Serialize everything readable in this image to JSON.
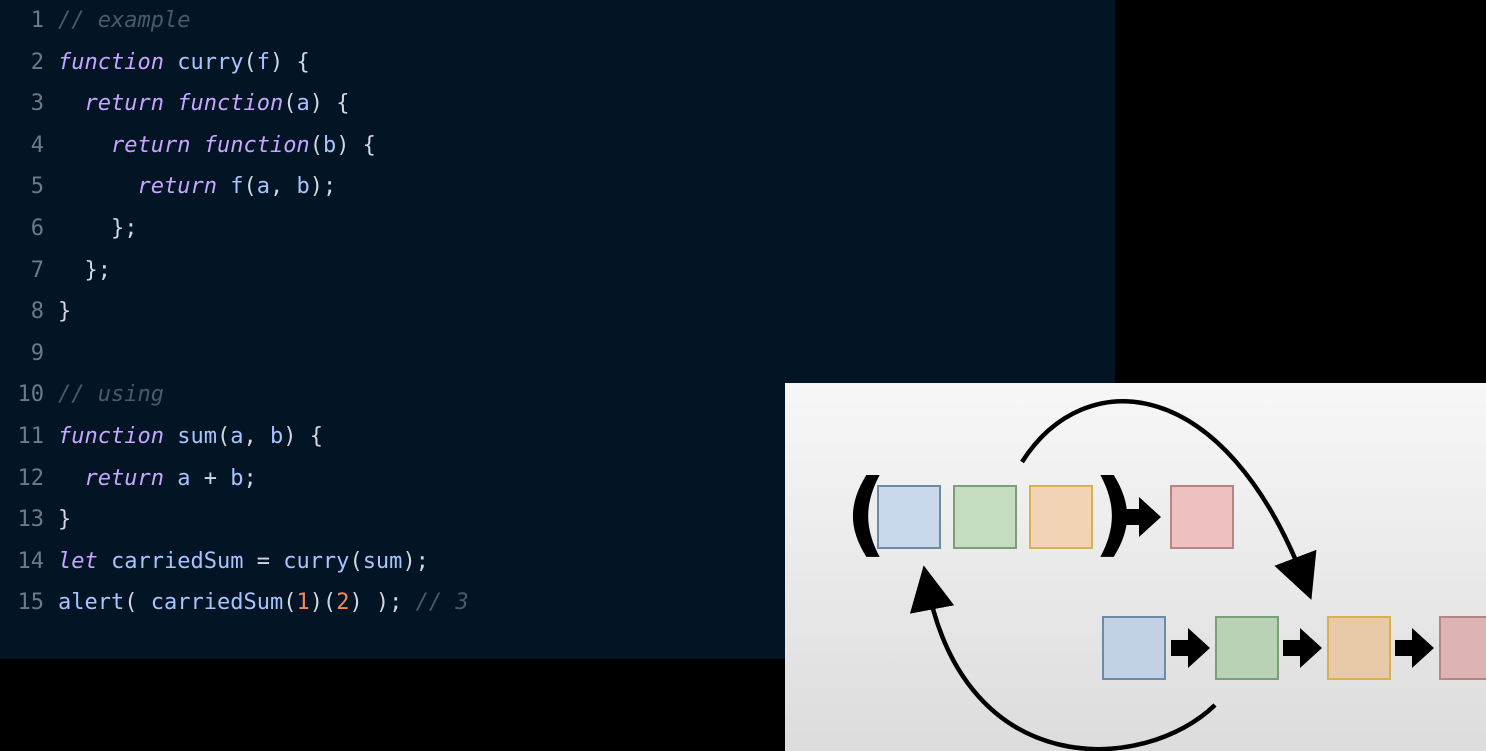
{
  "editor": {
    "lines": [
      {
        "n": "1",
        "tokens": [
          {
            "t": "// example",
            "c": "cm"
          }
        ]
      },
      {
        "n": "2",
        "tokens": [
          {
            "t": "function",
            "c": "kw"
          },
          {
            "t": " curry",
            "c": "id"
          },
          {
            "t": "(",
            "c": "p"
          },
          {
            "t": "f",
            "c": "id"
          },
          {
            "t": ") {",
            "c": "p"
          }
        ]
      },
      {
        "n": "3",
        "tokens": [
          {
            "t": "  ",
            "c": "p"
          },
          {
            "t": "return",
            "c": "kw"
          },
          {
            "t": " ",
            "c": "p"
          },
          {
            "t": "function",
            "c": "kw"
          },
          {
            "t": "(",
            "c": "p"
          },
          {
            "t": "a",
            "c": "id"
          },
          {
            "t": ") {",
            "c": "p"
          }
        ]
      },
      {
        "n": "4",
        "tokens": [
          {
            "t": "    ",
            "c": "p"
          },
          {
            "t": "return",
            "c": "kw"
          },
          {
            "t": " ",
            "c": "p"
          },
          {
            "t": "function",
            "c": "kw"
          },
          {
            "t": "(",
            "c": "p"
          },
          {
            "t": "b",
            "c": "id"
          },
          {
            "t": ") {",
            "c": "p"
          }
        ]
      },
      {
        "n": "5",
        "tokens": [
          {
            "t": "      ",
            "c": "p"
          },
          {
            "t": "return",
            "c": "kw"
          },
          {
            "t": " f",
            "c": "id"
          },
          {
            "t": "(",
            "c": "p"
          },
          {
            "t": "a",
            "c": "id"
          },
          {
            "t": ", ",
            "c": "p"
          },
          {
            "t": "b",
            "c": "id"
          },
          {
            "t": ");",
            "c": "p"
          }
        ]
      },
      {
        "n": "6",
        "tokens": [
          {
            "t": "    };",
            "c": "p"
          }
        ]
      },
      {
        "n": "7",
        "tokens": [
          {
            "t": "  };",
            "c": "p"
          }
        ]
      },
      {
        "n": "8",
        "tokens": [
          {
            "t": "}",
            "c": "p"
          }
        ]
      },
      {
        "n": "9",
        "tokens": []
      },
      {
        "n": "10",
        "tokens": [
          {
            "t": "// using",
            "c": "cm"
          }
        ]
      },
      {
        "n": "11",
        "tokens": [
          {
            "t": "function",
            "c": "kw"
          },
          {
            "t": " sum",
            "c": "id"
          },
          {
            "t": "(",
            "c": "p"
          },
          {
            "t": "a",
            "c": "id"
          },
          {
            "t": ", ",
            "c": "p"
          },
          {
            "t": "b",
            "c": "id"
          },
          {
            "t": ") {",
            "c": "p"
          }
        ]
      },
      {
        "n": "12",
        "tokens": [
          {
            "t": "  ",
            "c": "p"
          },
          {
            "t": "return",
            "c": "kw"
          },
          {
            "t": " a ",
            "c": "id"
          },
          {
            "t": "+",
            "c": "p"
          },
          {
            "t": " b",
            "c": "id"
          },
          {
            "t": ";",
            "c": "p"
          }
        ]
      },
      {
        "n": "13",
        "tokens": [
          {
            "t": "}",
            "c": "p"
          }
        ]
      },
      {
        "n": "14",
        "tokens": [
          {
            "t": "let",
            "c": "kw"
          },
          {
            "t": " carriedSum ",
            "c": "id"
          },
          {
            "t": "=",
            "c": "p"
          },
          {
            "t": " curry",
            "c": "id"
          },
          {
            "t": "(",
            "c": "p"
          },
          {
            "t": "sum",
            "c": "id"
          },
          {
            "t": ");",
            "c": "p"
          }
        ]
      },
      {
        "n": "15",
        "tokens": [
          {
            "t": "alert",
            "c": "id"
          },
          {
            "t": "( ",
            "c": "p"
          },
          {
            "t": "carriedSum",
            "c": "id"
          },
          {
            "t": "(",
            "c": "p"
          },
          {
            "t": "1",
            "c": "num"
          },
          {
            "t": ")(",
            "c": "p"
          },
          {
            "t": "2",
            "c": "num"
          },
          {
            "t": ") ); ",
            "c": "p"
          },
          {
            "t": "// 3",
            "c": "cm"
          }
        ]
      }
    ]
  },
  "diagram": {
    "open_paren": "(",
    "close_paren": ")",
    "colors": {
      "blue": "#c9d8ea",
      "green": "#c6dcc0",
      "orange": "#f3d3b5",
      "red": "#efc0c0",
      "blue_border": "#6f8aa5",
      "green_border": "#7aa078",
      "orange_border": "#d7b150",
      "red_border": "#b78484"
    }
  }
}
